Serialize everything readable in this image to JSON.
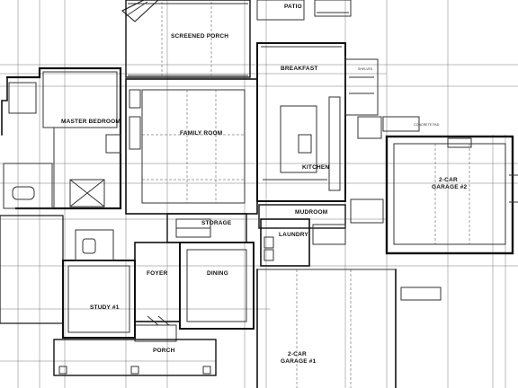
{
  "plan": {
    "rooms": [
      {
        "key": "screened_porch",
        "label": "SCREENED PORCH"
      },
      {
        "key": "patio",
        "label": "PATIO"
      },
      {
        "key": "breakfast",
        "label": "BREAKFAST"
      },
      {
        "key": "master_bedroom",
        "label": "MASTER BEDROOM"
      },
      {
        "key": "family_room",
        "label": "FAMILY ROOM"
      },
      {
        "key": "kitchen",
        "label": "KITCHEN"
      },
      {
        "key": "garage_2car_a_title",
        "label": "2-CAR"
      },
      {
        "key": "garage_2car_a_sub",
        "label": "GARAGE #2"
      },
      {
        "key": "mudroom",
        "label": "MUDROOM"
      },
      {
        "key": "laundry",
        "label": "LAUNDRY"
      },
      {
        "key": "storage",
        "label": "STORAGE"
      },
      {
        "key": "foyer",
        "label": "FOYER"
      },
      {
        "key": "dining",
        "label": "DINING"
      },
      {
        "key": "study",
        "label": "STUDY #1"
      },
      {
        "key": "porch",
        "label": "PORCH"
      },
      {
        "key": "garage_2car_b_title",
        "label": "2-CAR"
      },
      {
        "key": "garage_2car_b_sub",
        "label": "GARAGE #1"
      },
      {
        "key": "shelves",
        "label": "SHELVES"
      },
      {
        "key": "concrete_pad",
        "label": "CONCRETE PAD"
      }
    ]
  }
}
